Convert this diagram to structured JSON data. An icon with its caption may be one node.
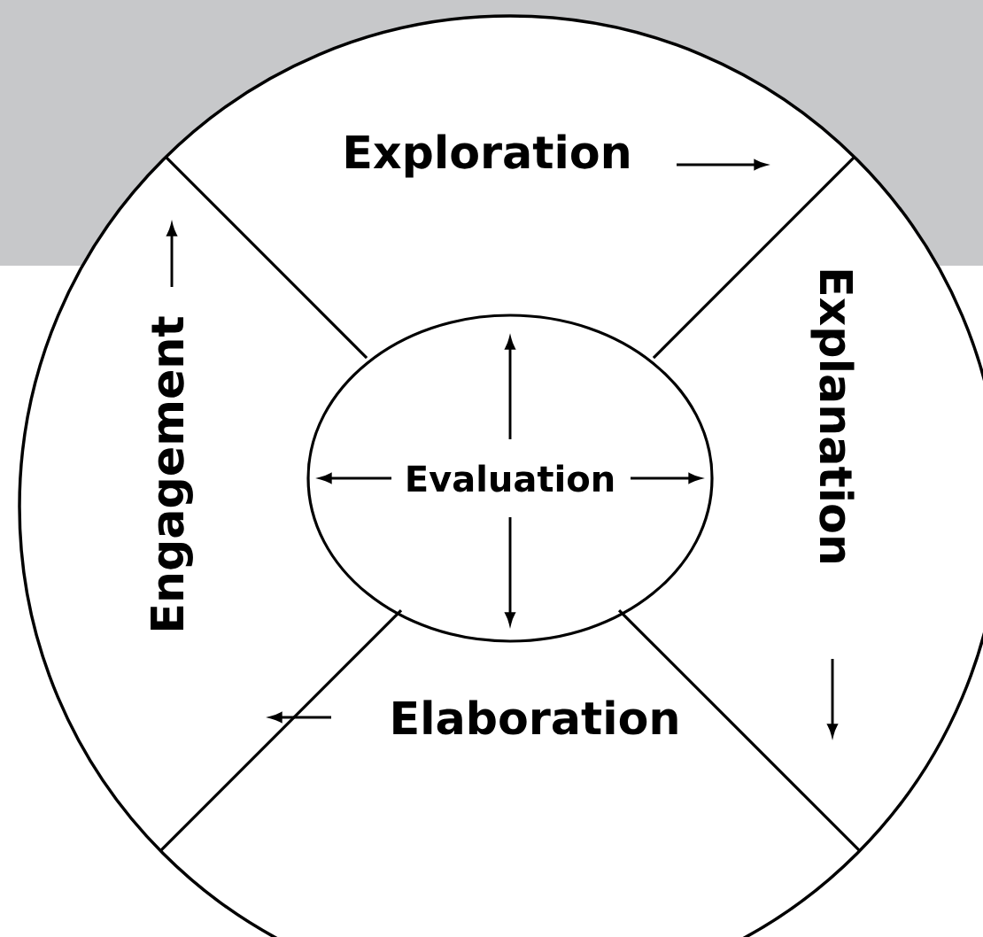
{
  "diagram": {
    "nodes": [
      {
        "text": [
          "Exploration"
        ]
      },
      {
        "text": [
          "Explanation"
        ]
      },
      {
        "text": [
          "Elaboration"
        ]
      },
      {
        "text": [
          "Engagement"
        ]
      },
      {
        "text": [
          "Evaluation"
        ]
      }
    ]
  }
}
